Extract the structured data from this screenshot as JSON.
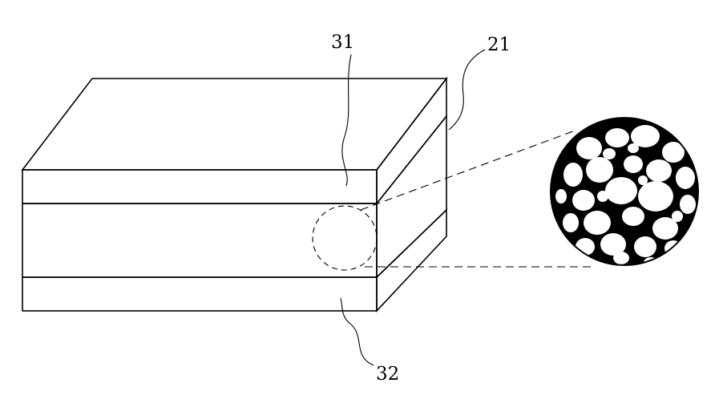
{
  "figure": {
    "labels": {
      "layer_top": "31",
      "foam_core": "21",
      "layer_bottom": "32"
    },
    "colors": {
      "line": "#000000",
      "background": "#ffffff"
    },
    "icons": [
      "detail-magnifier-circle"
    ]
  }
}
